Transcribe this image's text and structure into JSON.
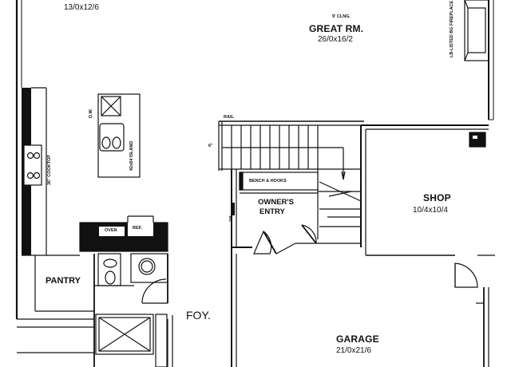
{
  "rooms": {
    "great_room": {
      "note": "9' CLNG.",
      "name": "GREAT RM.",
      "dims": "26/0x16/2"
    },
    "top_left_dims": "13/0x12/6",
    "shop": {
      "name": "SHOP",
      "dims": "10/4x10/4"
    },
    "owners_entry": {
      "line1": "OWNER'S",
      "line2": "ENTRY"
    },
    "bench": "BENCH & HOOKS",
    "pantry": "PANTRY",
    "foyer": "FOY.",
    "garage": {
      "name": "GARAGE",
      "dims": "21/0x21/6"
    }
  },
  "appliances": {
    "oven": "OVEN",
    "refrigerator": "REF.",
    "dw": "D.W.",
    "cooktop": "36\" COOKTOP",
    "island": "42x84 ISLAND",
    "fireplace": "LB-LISTED BG FIREPLACE"
  },
  "stair": {
    "rail": "RAIL",
    "height": "6\"",
    "hanger": "2/8"
  }
}
